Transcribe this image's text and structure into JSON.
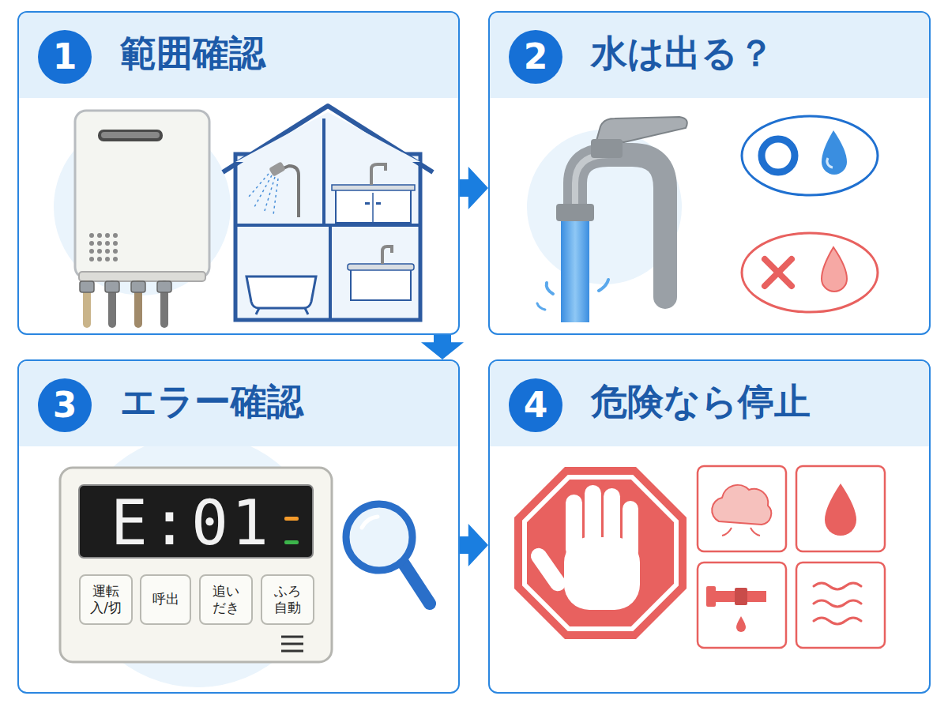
{
  "diagram": {
    "nodes": [
      {
        "text": [
          "範囲確認"
        ]
      },
      {
        "text": [
          "1"
        ],
        "in": 0
      },
      {
        "text": [
          "水は出る？"
        ]
      },
      {
        "text": [
          "2"
        ],
        "in": 2
      },
      {
        "text": [
          "エラー確認"
        ]
      },
      {
        "text": [
          "3"
        ],
        "in": 4
      },
      {
        "text": [
          "E:01"
        ],
        "in": 4
      },
      {
        "text": [
          "運転 入/切"
        ],
        "in": 4
      },
      {
        "text": [
          "呼出"
        ],
        "in": 4
      },
      {
        "text": [
          "追い だき"
        ],
        "in": 4
      },
      {
        "text": [
          "ふろ 自動"
        ],
        "in": 4
      },
      {
        "text": [
          "危険なら停止"
        ]
      },
      {
        "text": [
          "4"
        ],
        "in": 11
      }
    ],
    "edges": [
      {
        "from": 0,
        "to": 2,
        "arrow": "to"
      },
      {
        "from": 0,
        "to": 4,
        "arrow": "to"
      },
      {
        "from": 4,
        "to": 11,
        "arrow": "to"
      }
    ]
  }
}
